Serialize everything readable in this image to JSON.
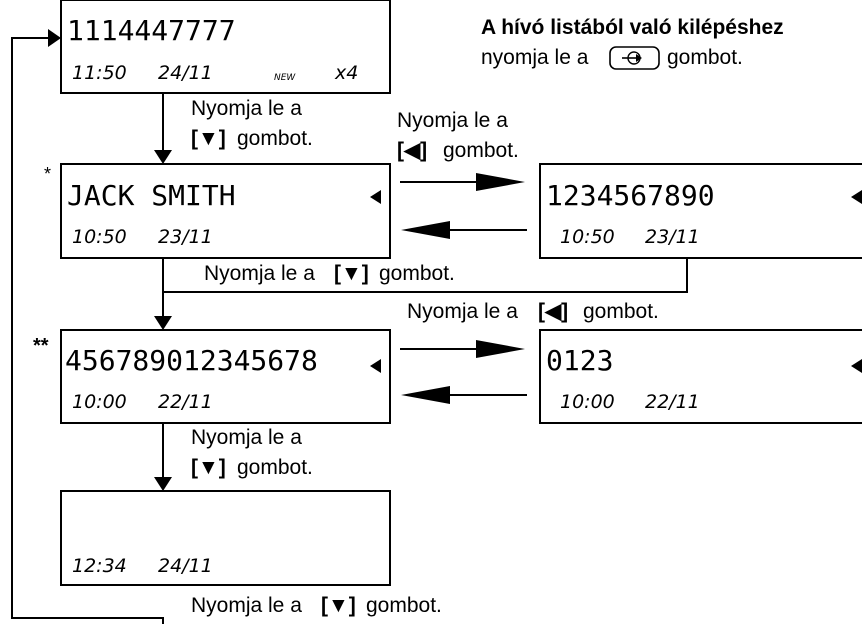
{
  "instruction": {
    "title": "A hívó listából való kilépéshez",
    "line2_prefix": "nyomja le a",
    "line2_suffix": "gombot."
  },
  "displays": {
    "new_call": {
      "number": "1114447777",
      "time": "11:50",
      "date": "24/11",
      "new_tag": "NEW",
      "count": "x4"
    },
    "jack": {
      "star": "*",
      "name": "JACK SMITH",
      "time": "10:50",
      "date": "23/11"
    },
    "jack_number": {
      "number": "1234567890",
      "time": "10:50",
      "date": "23/11"
    },
    "long_number": {
      "star": "**",
      "number": "456789012345678",
      "time": "10:00",
      "date": "22/11"
    },
    "short_number": {
      "number": "0123",
      "time": "10:00",
      "date": "22/11"
    },
    "blank": {
      "time": "12:34",
      "date": "24/11"
    }
  },
  "labels": {
    "press_a": "Nyomja le a",
    "gombot": "gombot.",
    "press_a_inline": "Nyomja le a",
    "down_key": "[▼]",
    "left_key": "[◀]"
  },
  "icons": {
    "exit_key": "arrow-in-rounded-key-icon",
    "left_triangle": "left-triangle-icon",
    "down_arrow": "down-arrow-icon"
  }
}
